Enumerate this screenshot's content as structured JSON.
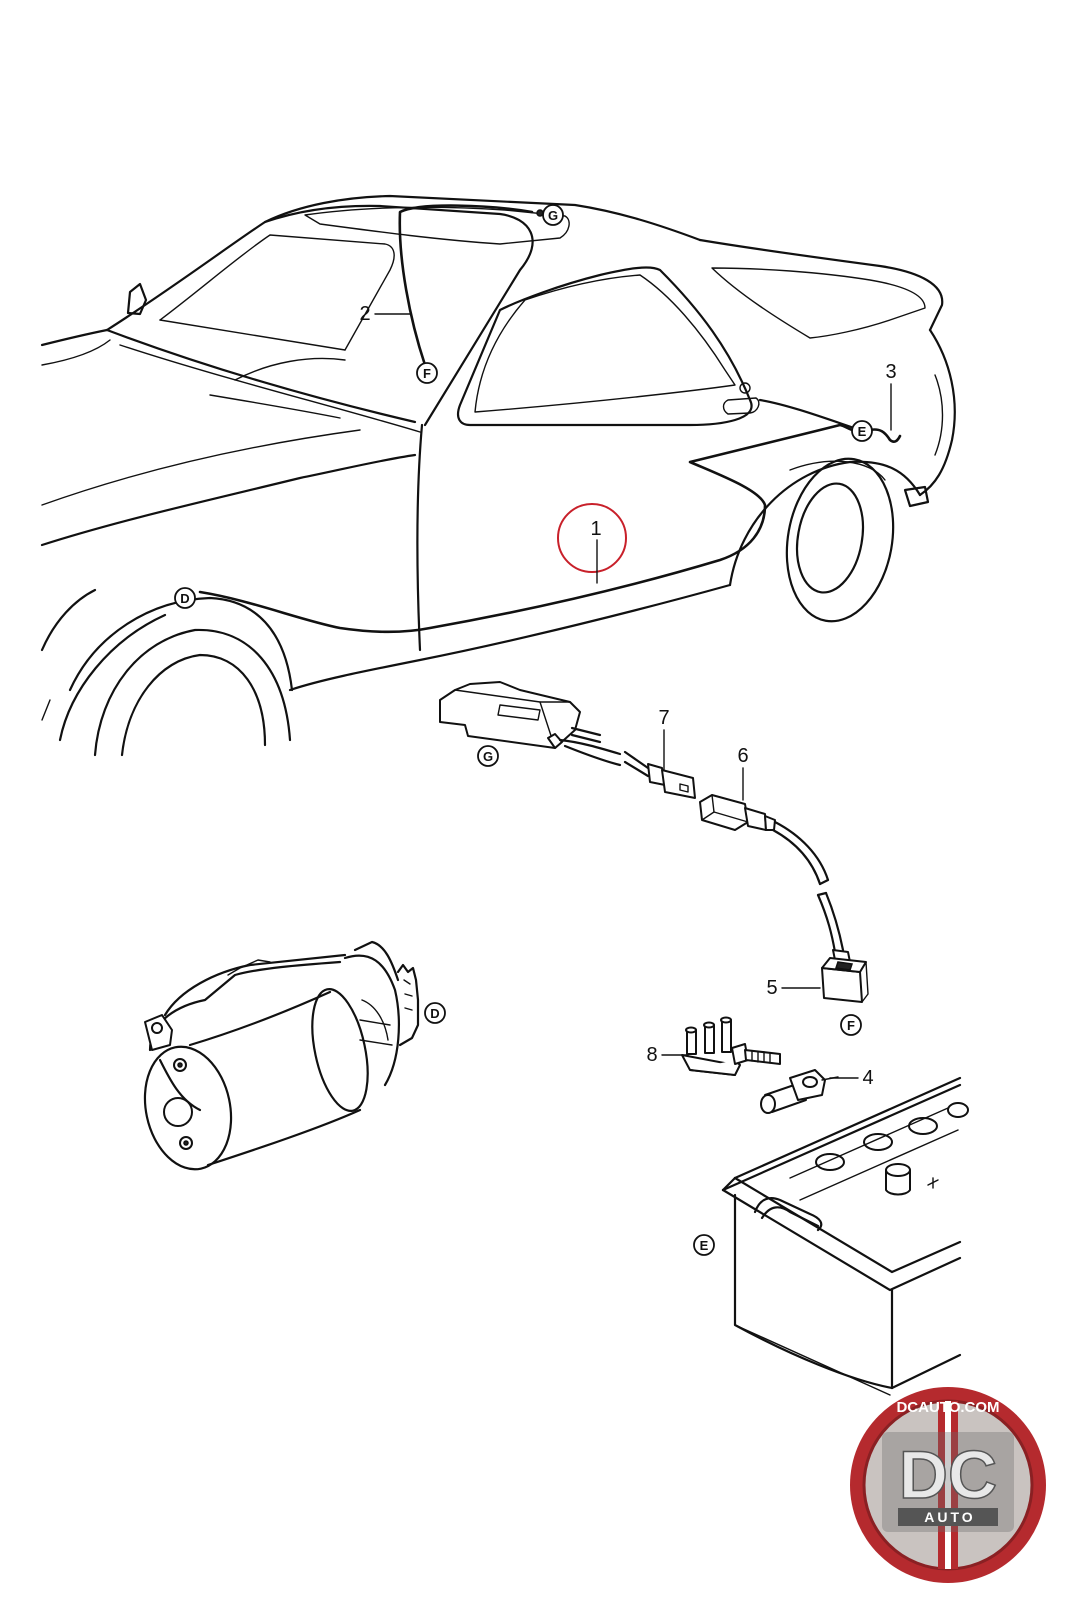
{
  "callouts": {
    "c1": "1",
    "c2": "2",
    "c3": "3",
    "c4": "4",
    "c5": "5",
    "c6": "6",
    "c7": "7",
    "c8": "8"
  },
  "connectors": {
    "D": "D",
    "E": "E",
    "F": "F",
    "G": "G"
  },
  "logo": {
    "site": "DCAUTO.COM",
    "mark": "DC",
    "word": "AUTO"
  },
  "colors": {
    "line": "#111111",
    "highlight": "#c8202a",
    "logo_red": "#b52a2e"
  }
}
